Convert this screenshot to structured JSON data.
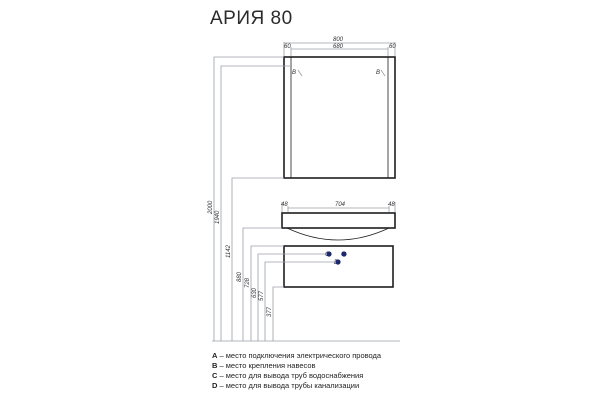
{
  "title": "АРИЯ 80",
  "dims": {
    "mirror_total": "800",
    "mirror_inner": "680",
    "mirror_side_left": "60",
    "mirror_side_right": "60",
    "sink_inner": "704",
    "sink_side_left": "48",
    "sink_side_right": "48",
    "h_2000": "2000",
    "h_1940": "1940",
    "h_1142": "1142",
    "h_880": "880",
    "h_728": "728",
    "h_630": "630",
    "h_577": "577",
    "h_377": "377"
  },
  "markers": {
    "b_left": "B",
    "b_right": "B",
    "c_left": "C",
    "c_right": "C",
    "d": "D"
  },
  "legend": [
    {
      "key": "A",
      "text": " – место подключения электрического провода"
    },
    {
      "key": "B",
      "text": " – место крепления навесов"
    },
    {
      "key": "C",
      "text": " – место для вывода труб водоснабжения"
    },
    {
      "key": "D",
      "text": " – место для вывода трубы канализации"
    }
  ]
}
